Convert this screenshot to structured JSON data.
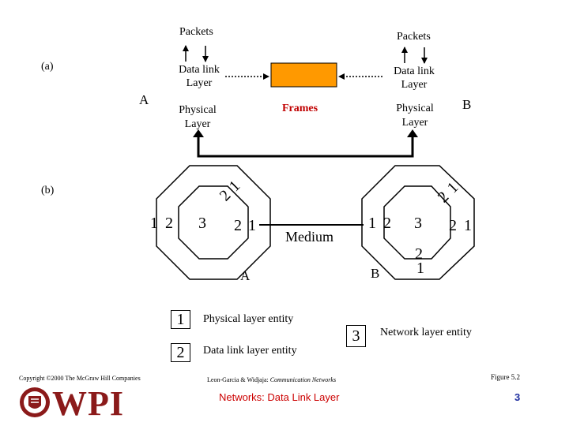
{
  "part_a": {
    "label": "(a)",
    "node_a": "A",
    "node_b": "B",
    "left": {
      "packets": "Packets",
      "data_link_1": "Data link",
      "data_link_2": "Layer",
      "physical_1": "Physical",
      "physical_2": "Layer"
    },
    "right": {
      "packets": "Packets",
      "data_link_1": "Data link",
      "data_link_2": "Layer",
      "physical_1": "Physical",
      "physical_2": "Layer"
    },
    "frames": "Frames",
    "frame_box_color": "#ff9900",
    "frames_color": "#c00000"
  },
  "part_b": {
    "label": "(b)",
    "node_a": "A",
    "node_b": "B",
    "medium": "Medium",
    "left_node": {
      "rotated_2": "2",
      "rotated_1": "1",
      "left_1": "1",
      "left_2": "2",
      "center_3": "3",
      "right_2": "2",
      "right_1": "1"
    },
    "right_node": {
      "rotated_2": "2",
      "rotated_1": "1",
      "left_1": "1",
      "left_2": "2",
      "center_3": "3",
      "right_2": "2",
      "right_1": "1",
      "bottom_2": "2",
      "bottom_1": "1"
    }
  },
  "legend": {
    "key_1": "1",
    "text_1": "Physical layer entity",
    "key_2": "2",
    "text_2": "Data link layer entity",
    "key_3": "3",
    "text_3": "Network layer entity"
  },
  "footer": {
    "copyright": "Copyright ©2000 The McGraw Hill Companies",
    "logo": "WPI",
    "citation": "Leon-Garcia & Widjaja:",
    "citation_title": "Communication Networks",
    "figure": "Figure 5.2",
    "slide_title": "Networks: Data Link Layer",
    "page": "3",
    "logo_color": "#8b1a1a",
    "slide_title_color": "#cc0000",
    "page_color": "#1f2fa0"
  }
}
